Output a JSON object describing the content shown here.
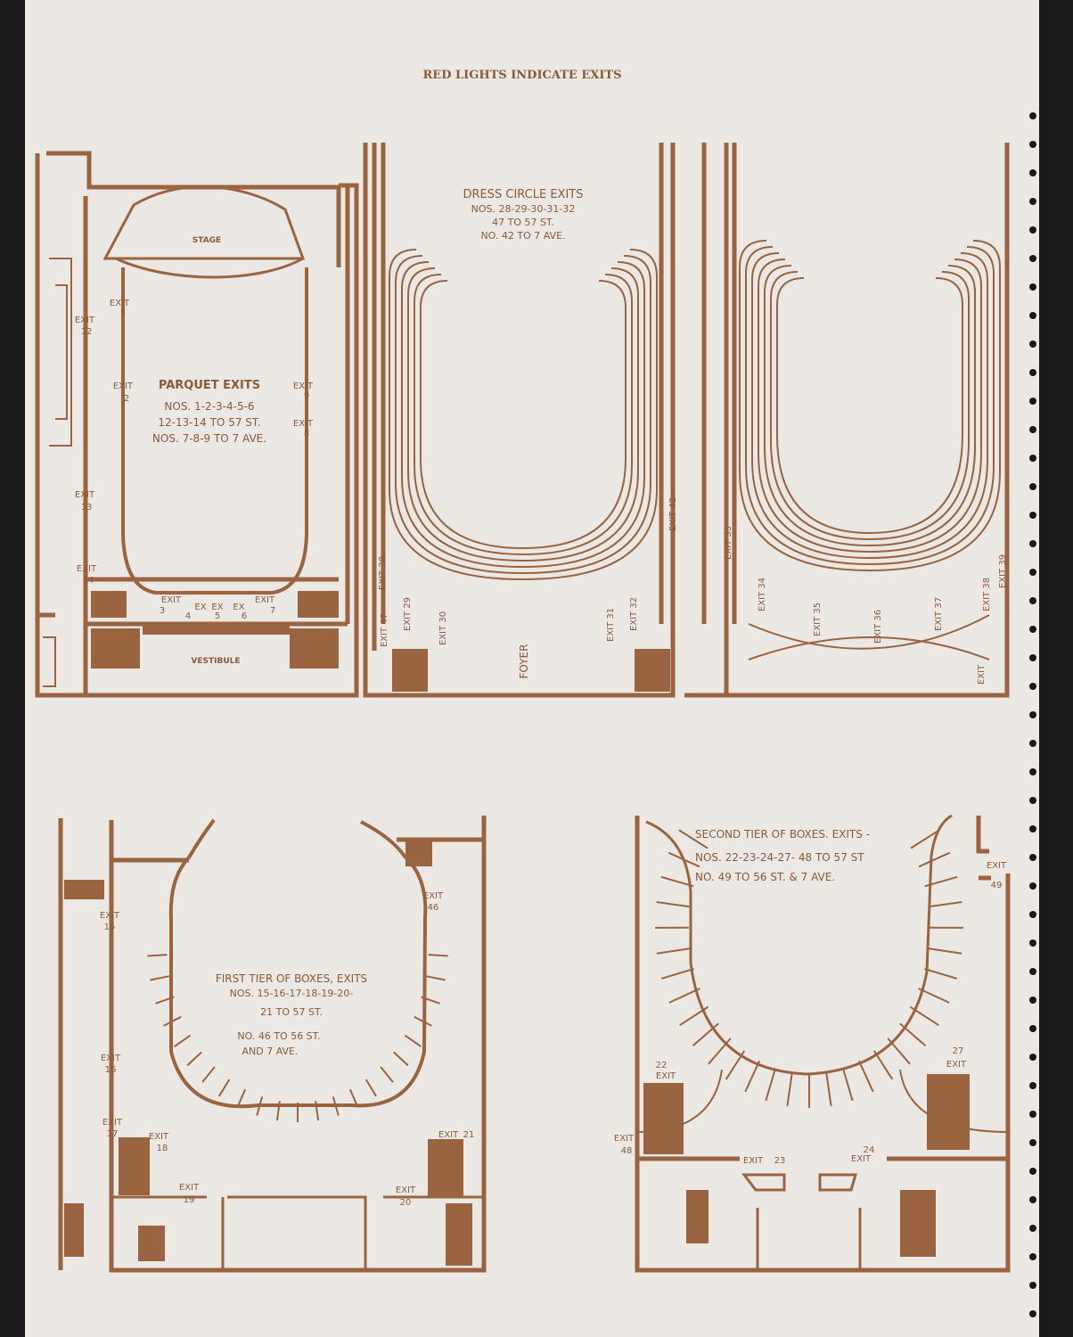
{
  "header": {
    "title": "RED LIGHTS INDICATE EXITS"
  },
  "colors": {
    "ink": "#9a6440",
    "paper": "#ece8e3",
    "background": "#191919"
  },
  "parquet": {
    "stage_label": "STAGE",
    "vestibule_label": "VESTIBULE",
    "caption": [
      "PARQUET EXITS",
      "NOS. 1-2-3-4-5-6",
      "12-13-14 TO 57 ST.",
      "NOS. 7-8-9 TO 7 AVE."
    ],
    "exits": [
      {
        "word": "EXIT",
        "num": "1"
      },
      {
        "word": "EXIT",
        "num": "2"
      },
      {
        "word": "EXIT",
        "num": "9"
      },
      {
        "word": "EXIT",
        "num": "8"
      },
      {
        "word": "EXIT",
        "num": "12"
      },
      {
        "word": "EXIT",
        "num": "13"
      },
      {
        "word": "EXIT",
        "num": "14"
      },
      {
        "word": "EXIT",
        "num": "3"
      },
      {
        "word": "EX",
        "num": "4"
      },
      {
        "word": "EX",
        "num": "5"
      },
      {
        "word": "EX",
        "num": "6"
      },
      {
        "word": "EXIT",
        "num": "7"
      }
    ]
  },
  "dress_circle": {
    "caption": [
      "DRESS CIRCLE EXITS",
      "NOS. 28-29-30-31-32",
      "47 TO 57 ST.",
      "NO. 42 TO 7 AVE."
    ],
    "foyer_label": "FOYER",
    "exits": [
      "EXIT 28",
      "EXIT 42",
      "EXIT 47",
      "EXIT 29",
      "EXIT 30",
      "EXIT 31",
      "EXIT 32"
    ]
  },
  "balcony": {
    "exits": [
      "EXIT 33",
      "EXIT 34",
      "EXIT 35",
      "EXIT 36",
      "EXIT 37",
      "EXIT 38",
      "EXIT 39",
      "EXIT"
    ]
  },
  "first_tier": {
    "caption": [
      "FIRST TIER OF BOXES, EXITS",
      "NOS. 15-16-17-18-19-20-",
      "21 TO 57 ST.",
      "NO. 46 TO 56 ST.",
      "AND 7 AVE."
    ],
    "exits": [
      {
        "word": "EXIT",
        "num": "15"
      },
      {
        "word": "EXIT",
        "num": "16"
      },
      {
        "word": "EXIT",
        "num": "17"
      },
      {
        "word": "EXIT",
        "num": "18"
      },
      {
        "word": "EXIT",
        "num": "19"
      },
      {
        "word": "EXIT",
        "num": "20"
      },
      {
        "word": "EXIT",
        "num": "21"
      },
      {
        "word": "EXIT",
        "num": "46"
      }
    ]
  },
  "second_tier": {
    "caption": [
      "SECOND TIER OF BOXES. EXITS -",
      "NOS. 22-23-24-27- 48 TO 57 ST",
      "NO. 49 TO 56 ST. & 7 AVE."
    ],
    "exits": [
      {
        "word": "EXIT",
        "num": "49"
      },
      {
        "word": "EXIT",
        "num": "22"
      },
      {
        "word": "EXIT",
        "num": "27"
      },
      {
        "word": "EXIT",
        "num": "48"
      },
      {
        "word": "EXIT",
        "num": "23"
      },
      {
        "word": "EXIT",
        "num": "24"
      }
    ]
  }
}
